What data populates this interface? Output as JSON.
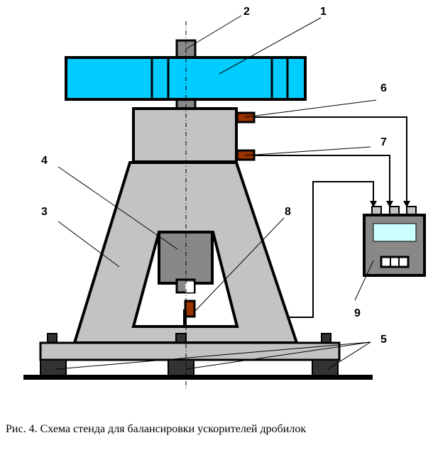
{
  "labels": {
    "l1": "1",
    "l2": "2",
    "l3": "3",
    "l4": "4",
    "l5": "5",
    "l6": "6",
    "l7": "7",
    "l8": "8",
    "l9": "9"
  },
  "caption": "Рис. 4. Схема стенда для балансировки ускорителей дробилок",
  "colors": {
    "rotor": "#00CCFF",
    "frame": "#C4C2C5",
    "dark": "#888888",
    "sensor": "#993300",
    "screen": "#CCFFFF",
    "feet": "#333333"
  }
}
